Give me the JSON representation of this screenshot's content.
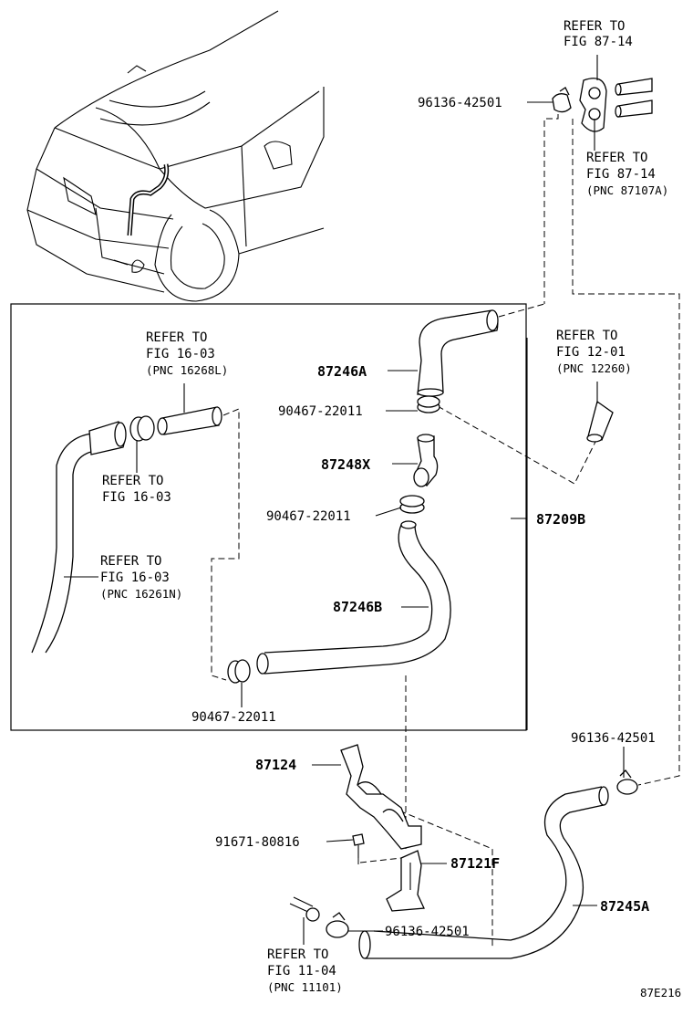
{
  "labels": {
    "refer_87_14_top": {
      "line1": "REFER TO",
      "line2": "FIG 87-14"
    },
    "clip_96136_top": "96136-42501",
    "refer_87_14_right": {
      "line1": "REFER TO",
      "line2": "FIG 87-14",
      "line3": "(PNC 87107A)"
    },
    "refer_16_03_a": {
      "line1": "REFER TO",
      "line2": "FIG 16-03",
      "line3": "(PNC 16268L)"
    },
    "hose_87246A": "87246A",
    "refer_12_01": {
      "line1": "REFER TO",
      "line2": "FIG 12-01",
      "line3": "(PNC 12260)"
    },
    "clamp_90467_a": "90467-22011",
    "joint_87248X": "87248X",
    "refer_16_03_b": {
      "line1": "REFER TO",
      "line2": "FIG 16-03"
    },
    "clamp_90467_b": "90467-22011",
    "assy_87209B": "87209B",
    "refer_16_03_c": {
      "line1": "REFER TO",
      "line2": "FIG 16-03",
      "line3": "(PNC 16261N)"
    },
    "hose_87246B": "87246B",
    "clamp_90467_c": "90467-22011",
    "bracket_87124": "87124",
    "clip_96136_right": "96136-42501",
    "bolt_91671": "91671-80816",
    "bracket_87121F": "87121F",
    "hose_87245A": "87245A",
    "clip_96136_bottom": "96136-42501",
    "refer_11_04": {
      "line1": "REFER TO",
      "line2": "FIG 11-04",
      "line3": "(PNC 11101)"
    },
    "figure_code": "87E216"
  }
}
